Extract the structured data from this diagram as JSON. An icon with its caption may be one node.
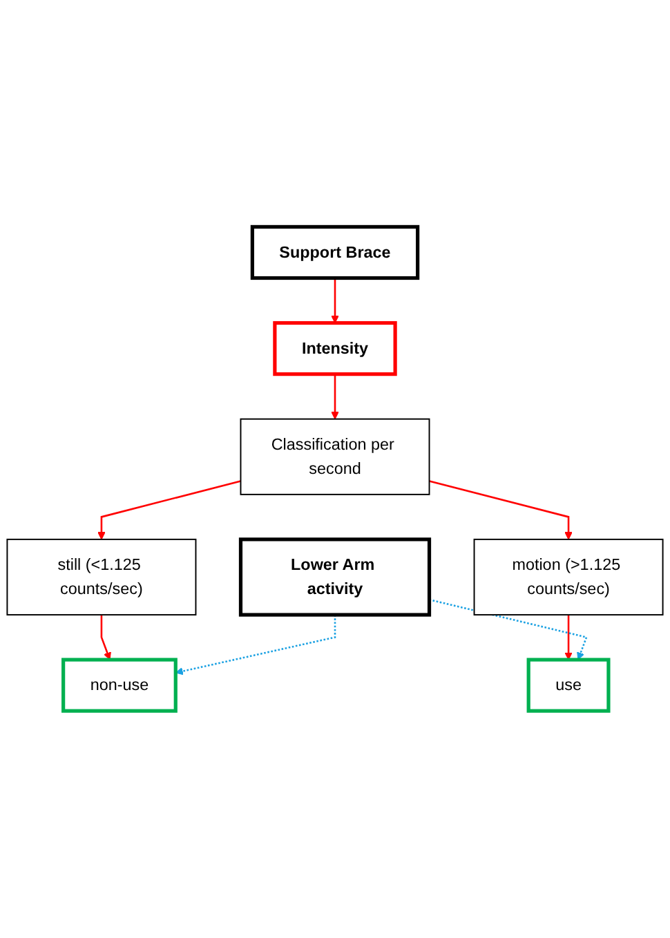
{
  "diagram": {
    "nodes": [
      {
        "text": [
          "Lower Arm activity"
        ]
      },
      {
        "text": [
          "Support Brace"
        ]
      },
      {
        "text": [
          "Intensity"
        ]
      },
      {
        "text": [
          "Classification per second"
        ]
      },
      {
        "text": [
          "still (<1.125 counts/sec)"
        ]
      },
      {
        "text": [
          "motion (>1.125 counts/sec)"
        ]
      },
      {
        "text": [
          "non-use"
        ]
      },
      {
        "text": [
          "use"
        ]
      }
    ],
    "edges": [
      {
        "from": 1,
        "to": 2,
        "arrow": "to"
      },
      {
        "from": 2,
        "to": 3,
        "arrow": "to"
      },
      {
        "from": 3,
        "to": 4,
        "arrow": "to"
      },
      {
        "from": 3,
        "to": 5,
        "arrow": "to"
      },
      {
        "from": 4,
        "to": 6,
        "arrow": "to"
      },
      {
        "from": 5,
        "to": 7,
        "arrow": "to"
      },
      {
        "from": 0,
        "to": 6,
        "arrow": "to",
        "style": "dashed",
        "color": "#1ba1e2"
      },
      {
        "from": 0,
        "to": 7,
        "arrow": "to",
        "style": "dashed",
        "color": "#1ba1e2"
      }
    ]
  }
}
